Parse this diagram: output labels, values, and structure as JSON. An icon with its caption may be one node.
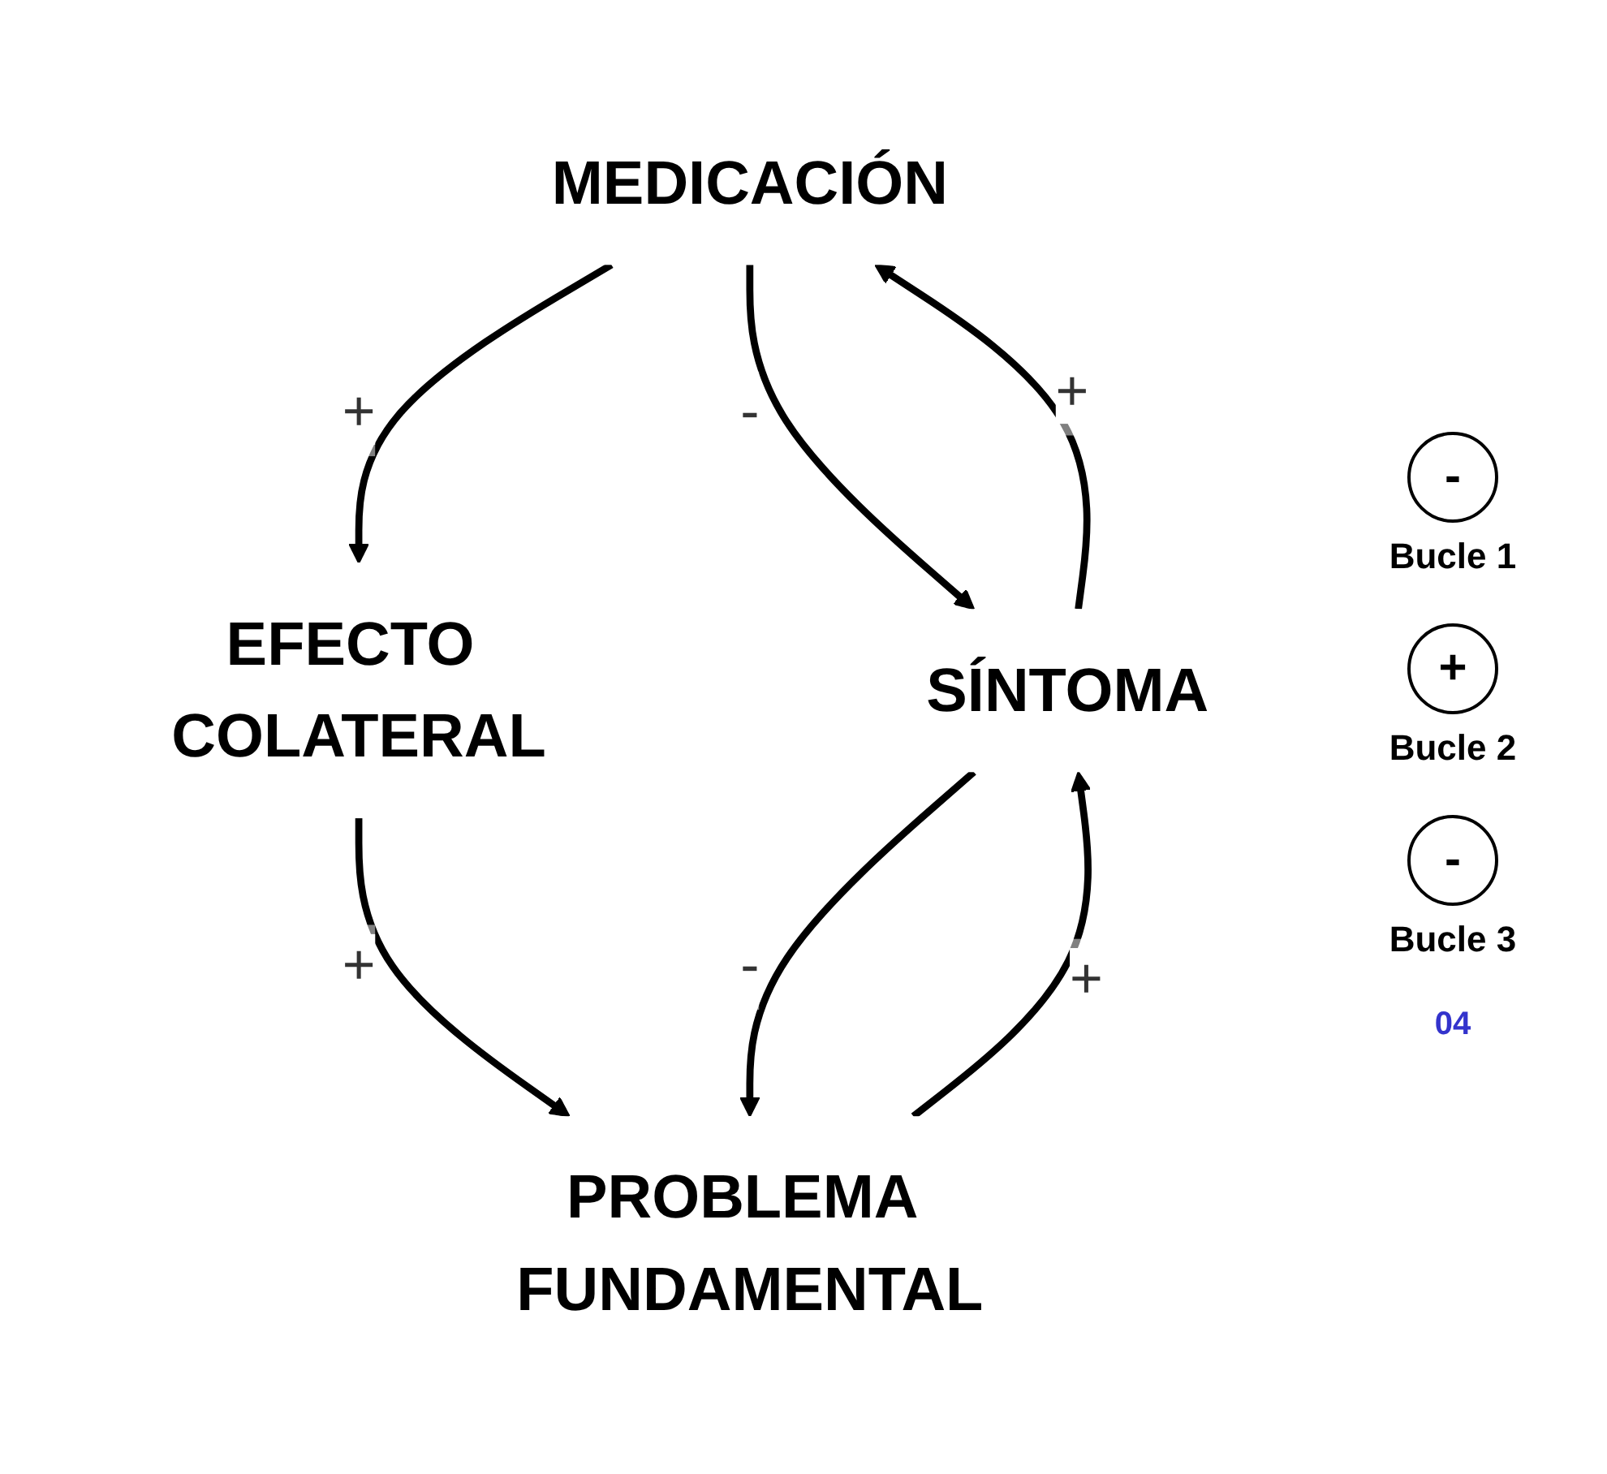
{
  "diagram": {
    "nodes": [
      {
        "text": [
          "MEDICACIÓN"
        ]
      },
      {
        "text": [
          "SÍNTOMA"
        ]
      },
      {
        "text": [
          "EFECTO COLATERAL"
        ]
      },
      {
        "text": [
          "PROBLEMA FUNDAMENTAL"
        ]
      }
    ],
    "edges": [
      {
        "from": 1,
        "to": 0,
        "arrow": "to",
        "label": "+"
      },
      {
        "from": 0,
        "to": 1,
        "arrow": "to",
        "label": "-"
      },
      {
        "from": 0,
        "to": 2,
        "arrow": "to",
        "label": "+"
      },
      {
        "from": 2,
        "to": 3,
        "arrow": "to",
        "label": "+"
      },
      {
        "from": 1,
        "to": 3,
        "arrow": "to",
        "label": "-"
      },
      {
        "from": 3,
        "to": 1,
        "arrow": "to",
        "label": "+"
      }
    ],
    "labels": [
      "-",
      "Bucle 1",
      "+",
      "Bucle 2",
      "-",
      "Bucle 3",
      "04"
    ]
  }
}
